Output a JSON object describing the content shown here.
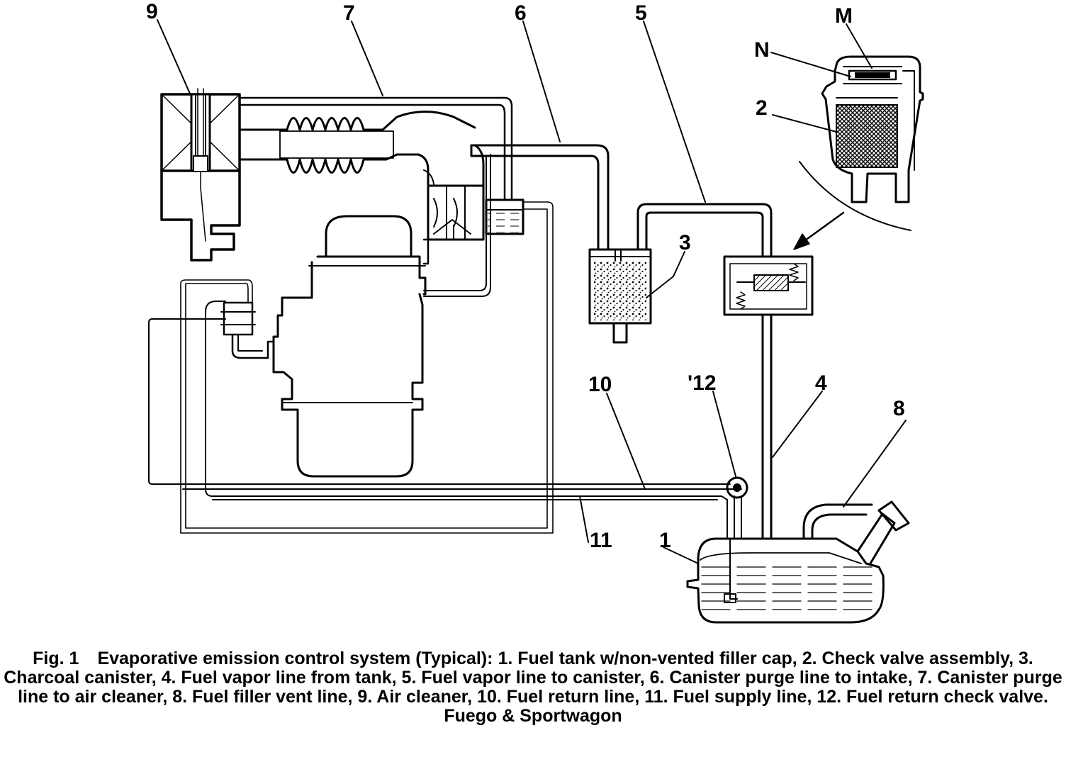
{
  "figure": {
    "number": "Fig. 1",
    "caption": "Evaporative emission control system (Typical): 1. Fuel tank w/non-vented filler cap, 2. Check valve assembly, 3. Charcoal canister, 4. Fuel vapor line from tank, 5. Fuel vapor line to canister, 6. Canister purge line to intake, 7. Canister purge line to air cleaner, 8. Fuel filler vent line, 9. Air cleaner, 10. Fuel return line, 11. Fuel supply line, 12. Fuel return check valve. Fuego & Sportwagon"
  },
  "labels": {
    "l1": "1",
    "l2": "2",
    "l3": "3",
    "l4": "4",
    "l5": "5",
    "l6": "6",
    "l7": "7",
    "l8": "8",
    "l9": "9",
    "l10": "10",
    "l11": "11",
    "l12": "'12",
    "lM": "M",
    "lN": "N"
  },
  "colors": {
    "line": "#000000",
    "background": "#ffffff"
  }
}
